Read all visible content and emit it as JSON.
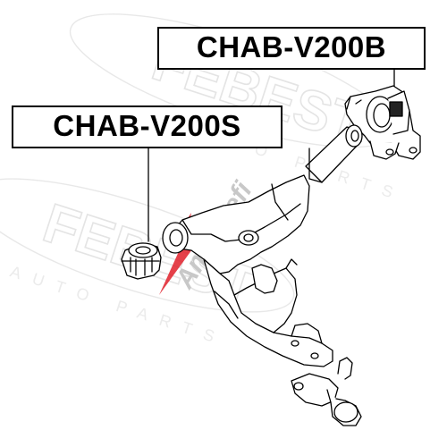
{
  "parts": {
    "bushing_b": {
      "label": "CHAB-V200B"
    },
    "bushing_s": {
      "label": "CHAB-V200S"
    }
  },
  "watermark": {
    "brand": "FEBEST",
    "subtext": "AUTO PARTS",
    "site": "Amaksefi",
    "color": "#e6e6e6"
  },
  "colors": {
    "line": "#000000",
    "site_mark": "#c8c8c8",
    "site_accent": "#e0202a"
  }
}
